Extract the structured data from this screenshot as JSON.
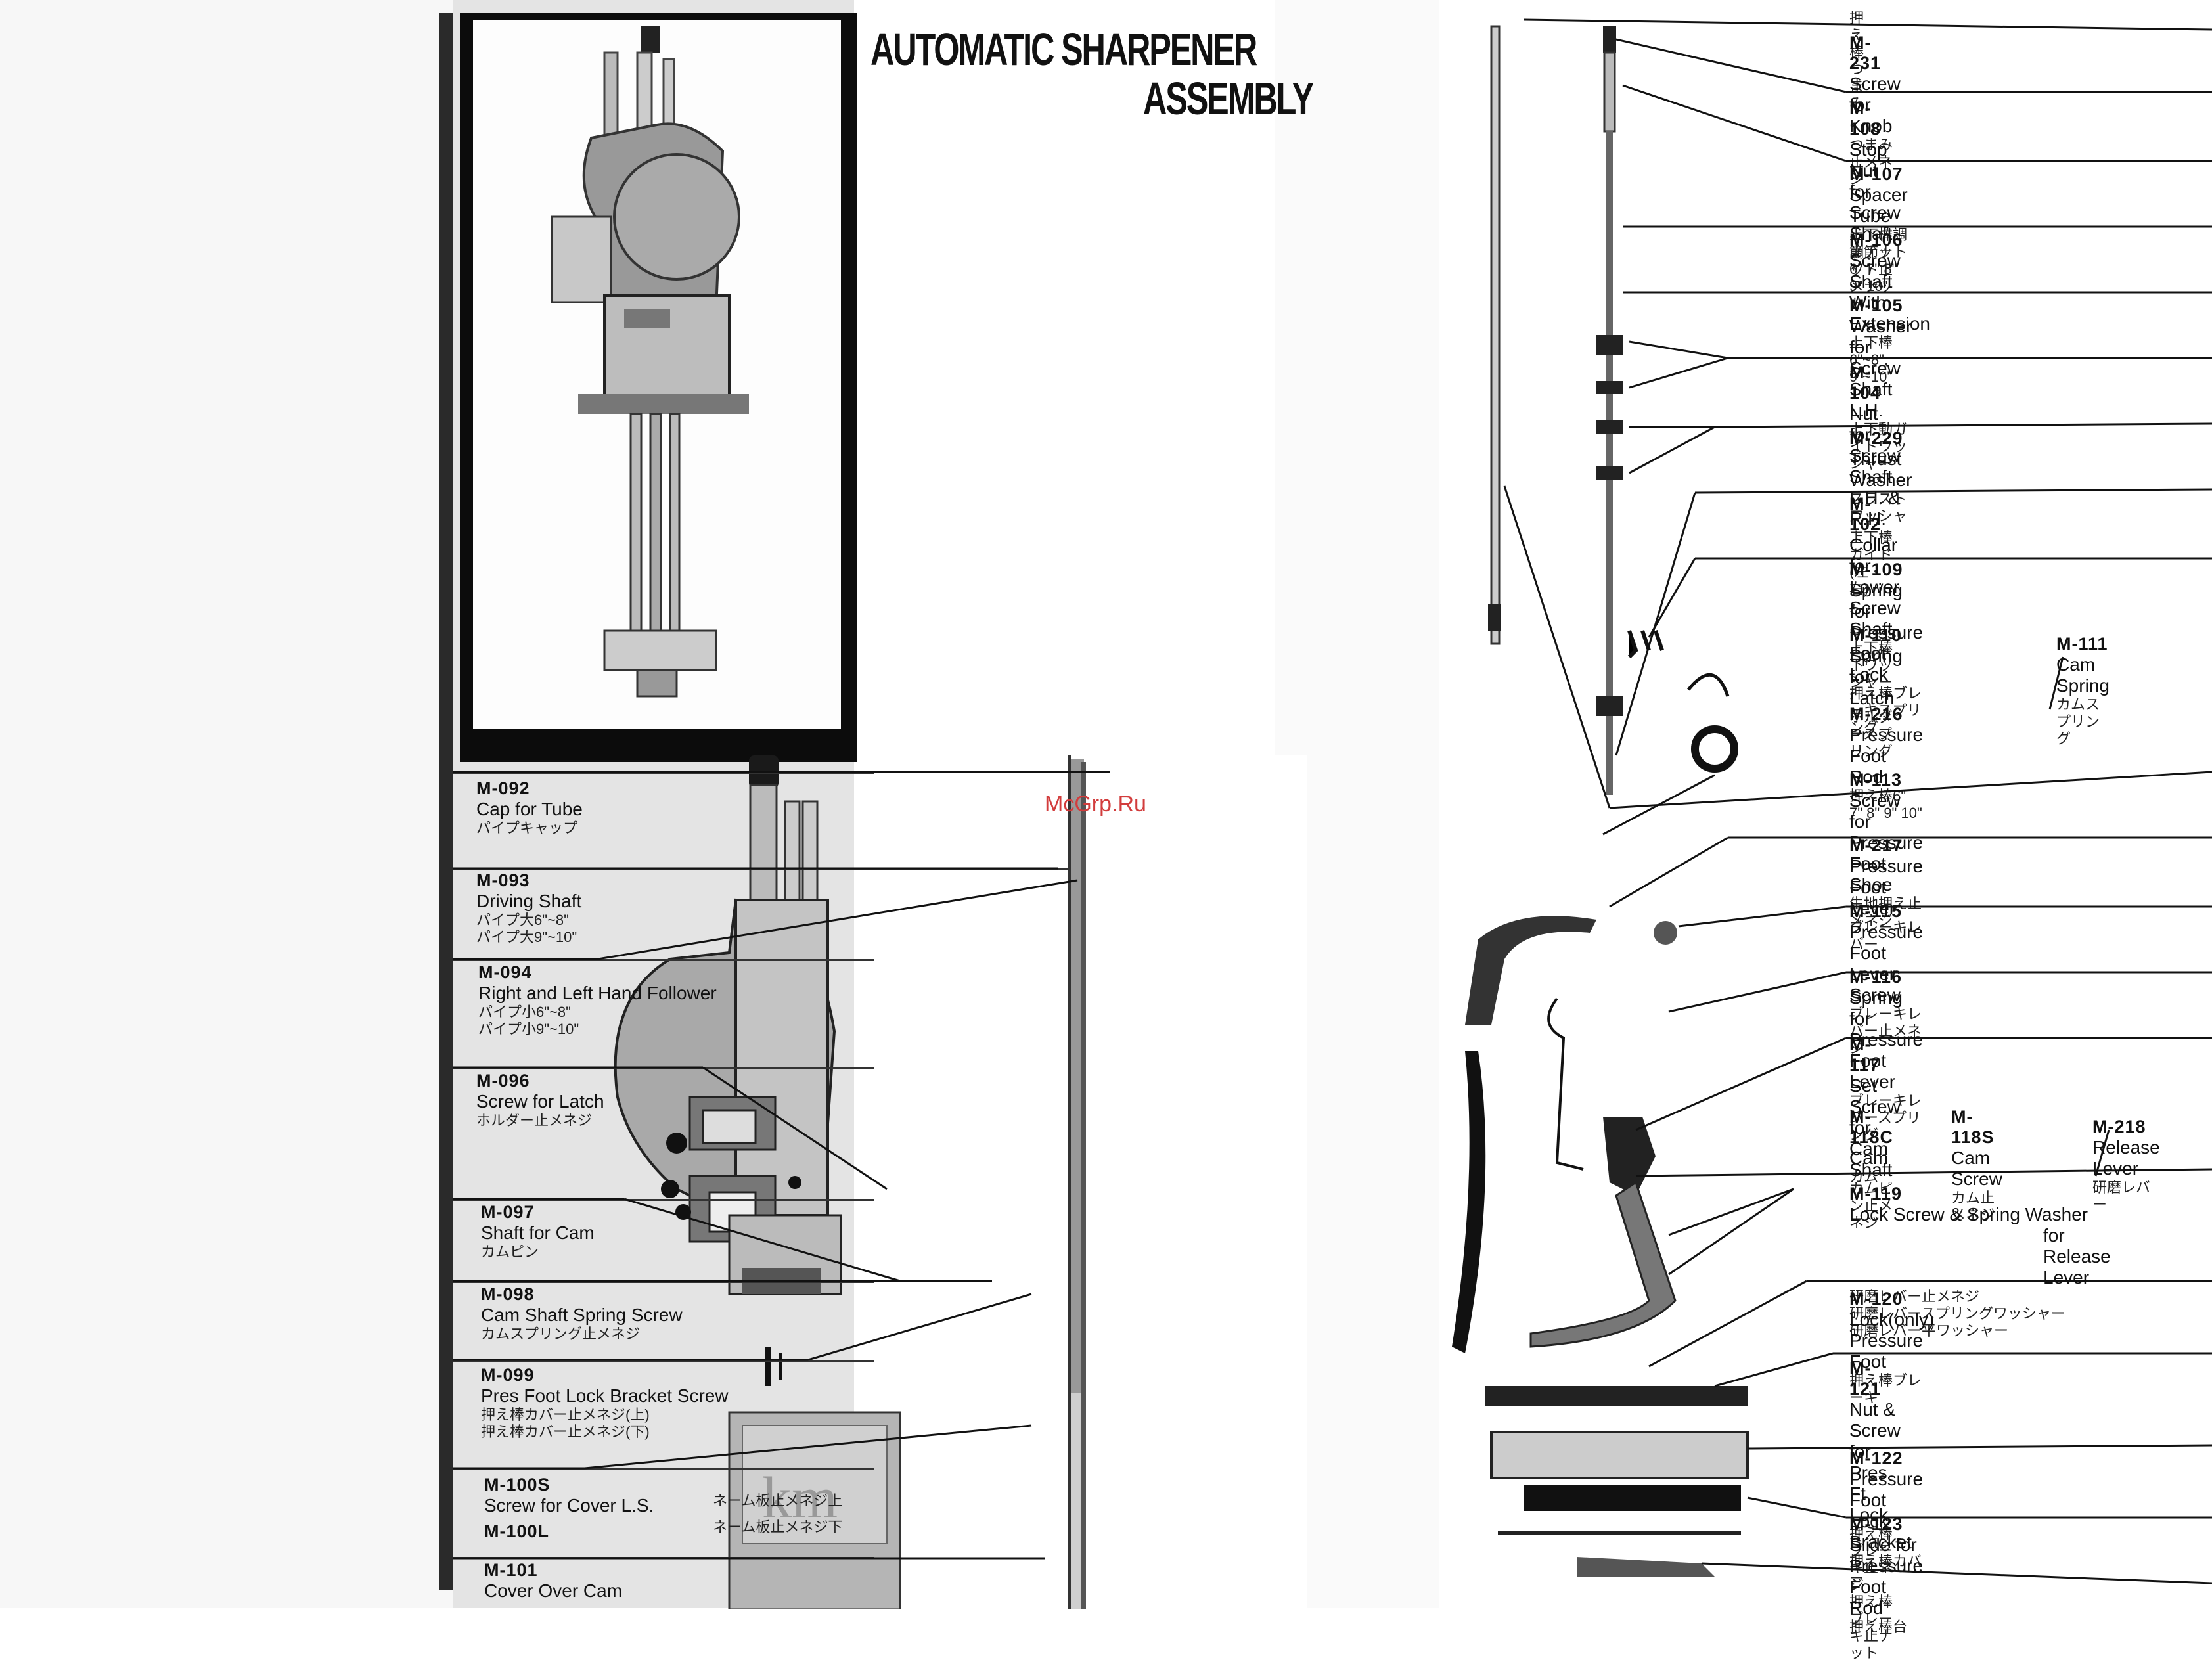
{
  "title": {
    "line1": "AUTOMATIC SHARPENER",
    "line2": "ASSEMBLY"
  },
  "watermark": "McGrp.Ru",
  "plate_text": "km",
  "left_parts": [
    {
      "code": "M-092",
      "name": "Cap for Tube",
      "jp": [
        "パイプキャップ"
      ]
    },
    {
      "code": "M-093",
      "name": "Driving Shaft",
      "jp": [
        "パイプ大6\"~8\"",
        "パイプ大9\"~10\""
      ]
    },
    {
      "code": "M-094",
      "name": "Right and Left Hand Follower",
      "jp": [
        "パイプ小6\"~8\"",
        "パイプ小9\"~10\""
      ]
    },
    {
      "code": "M-096",
      "name": "Screw for Latch",
      "jp": [
        "ホルダー止メネジ"
      ]
    },
    {
      "code": "M-097",
      "name": "Shaft for Cam",
      "jp": [
        "カムピン"
      ]
    },
    {
      "code": "M-098",
      "name": "Cam Shaft Spring Screw",
      "jp": [
        "カムスプリング止メネジ"
      ]
    },
    {
      "code": "M-099",
      "name": "Pres Foot Lock Bracket Screw",
      "jp": [
        "押え棒カバー止メネジ(上)",
        "押え棒カバー止メネジ(下)"
      ]
    },
    {
      "code": "M-100S",
      "name": "Screw for Cover L.S.",
      "code2": "M-100L",
      "jp_side": [
        "ネーム板止メネジ上",
        "ネーム板止メネジ下"
      ]
    },
    {
      "code": "M-101",
      "name": "Cover Over Cam",
      "jp": []
    }
  ],
  "right_parts": [
    {
      "code": "",
      "name": "",
      "jp": [
        "押え棒つまみ"
      ]
    },
    {
      "code": "M-231",
      "name": "Screw for Knob",
      "jp": [
        "つまみ止メネジ"
      ]
    },
    {
      "code": "M-108",
      "name": "Stop Nut for Screw Shaft",
      "jp": [
        "調節ナット止メナット"
      ]
    },
    {
      "code": "M-107",
      "name": "Spacer Tube",
      "jp": [
        "上下棒調節ナット6\" 7\" 8\" 9\" 10\""
      ]
    },
    {
      "code": "M-106",
      "name": "Screw Shaft With Extension",
      "jp": [
        "上下棒6\"~8\", 9\"~10\""
      ]
    },
    {
      "code": "M-105",
      "name": "Washer for Screw Shaft L.H.",
      "jp": [
        "上下動ガイドワッシャー"
      ]
    },
    {
      "code": "M-104",
      "name": "Nut for Screw Shaft L.H. & R.H.",
      "jp": [
        "上下棒ガイド(左・右)"
      ]
    },
    {
      "code": "M-229",
      "name": "Thrust Washer",
      "jp": [
        "スラストワッシャー"
      ]
    },
    {
      "code": "M-102",
      "name": "Collar for Lower Screw Shaft",
      "jp": [
        "上下棒下ワッシャー"
      ]
    },
    {
      "code": "M-109",
      "name": "Spring for Pressure Foot Lock",
      "jp": [
        "押え棒ブレーキスプリング"
      ]
    },
    {
      "code": "M-110",
      "name": "Spring for Latch",
      "jp": [
        "ホルダースプリング"
      ]
    },
    {
      "code": "M-216",
      "name": "Pressure Foot Rod",
      "jp": [
        "押え棒6\" 7\" 8\" 9\" 10\""
      ]
    },
    {
      "code": "M-113",
      "name": "Screw for Pressure Foot Shoe",
      "jp": [
        "生地押え止メネジ"
      ]
    },
    {
      "code": "M-217",
      "name": "Pressure Foot Lever",
      "jp": [
        "ブレーキレバー"
      ]
    },
    {
      "code": "M-115",
      "name": "Pressure Foot Lever Screw",
      "jp": [
        "ブレーキレバー止メネジ"
      ]
    },
    {
      "code": "M-116",
      "name": "Spring for Pressure Foot Lever",
      "jp": [
        "ブレーキレバースプリング"
      ]
    },
    {
      "code": "M-117",
      "name": "Set Screw for Cam Shaft",
      "jp": [
        "カムピン止メネジ"
      ]
    },
    {
      "code": "M-119",
      "name": "Lock Screw & Spring Washer",
      "name2": "for Release Lever",
      "jp": [
        "研磨レバー止メネジ",
        "研磨レバースプリングワッシャー",
        "研磨レバー平ワッシャー"
      ]
    },
    {
      "code": "M-120",
      "name": "Lock(only) Pressure Foot",
      "jp": [
        "押え棒ブレーキ"
      ]
    },
    {
      "code": "M-121",
      "name": "Nut & Screw for Pres Ft Lock",
      "jp": [
        "押え棒ブレーキ止ネジ",
        "押え棒ブレーキ止ナット"
      ]
    },
    {
      "code": "M-122",
      "name": "Pressure Foot Lock Bracket",
      "jp": [
        "押え棒カバー"
      ]
    },
    {
      "code": "M-123",
      "name": "Slide for Pressure Foot Rod",
      "jp": [
        "押え棒台"
      ]
    }
  ],
  "side_parts": {
    "m111": {
      "code": "M-111",
      "name": "Cam Spring",
      "jp": "カムスプリング"
    },
    "m118c": {
      "code": "M-118C",
      "name": "Cam",
      "jp": "カム"
    },
    "m118s": {
      "code": "M-118S",
      "name": "Cam Screw",
      "jp": "カム止メネジ"
    },
    "m218": {
      "code": "M-218",
      "name": "Release Lever",
      "jp": "研磨レバー"
    }
  }
}
